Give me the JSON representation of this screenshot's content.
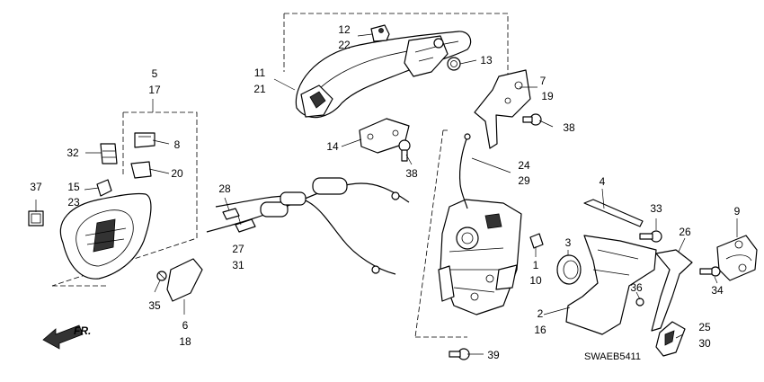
{
  "diagram_code": "SWAEB5411",
  "direction_label": "FR.",
  "callouts": {
    "c1": "1",
    "c2": "2",
    "c3": "3",
    "c4": "4",
    "c5": "5",
    "c6": "6",
    "c7": "7",
    "c8": "8",
    "c9": "9",
    "c10": "10",
    "c11": "11",
    "c12": "12",
    "c13": "13",
    "c14": "14",
    "c15": "15",
    "c16": "16",
    "c17": "17",
    "c18": "18",
    "c19": "19",
    "c20": "20",
    "c21": "21",
    "c22": "22",
    "c23": "23",
    "c24": "24",
    "c25": "25",
    "c26": "26",
    "c27": "27",
    "c28": "28",
    "c29": "29",
    "c30": "30",
    "c31": "31",
    "c32": "32",
    "c33": "33",
    "c34": "34",
    "c35": "35",
    "c36": "36",
    "c37": "37",
    "c38a": "38",
    "c38b": "38",
    "c39": "39"
  }
}
